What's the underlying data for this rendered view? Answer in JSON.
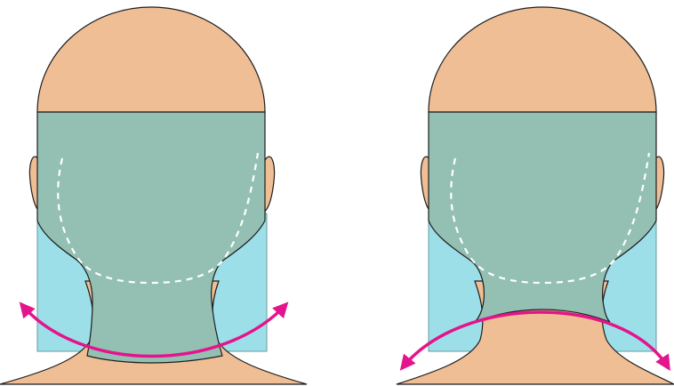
{
  "figure": {
    "panels": [
      {
        "id": "left",
        "arc_direction": "up",
        "cape_extent": "narrow"
      },
      {
        "id": "right",
        "arc_direction": "down",
        "cape_extent": "wide"
      }
    ]
  },
  "colors": {
    "skin": "#f0be94",
    "outline": "#1e1e1e",
    "cap": "#93c0b3",
    "cape": "#9ddfe9",
    "dashed_line": "#ffffff",
    "arrow": "#e4148c",
    "background": "#ffffff"
  },
  "icons": {
    "head": "head-back-view-icon",
    "arrow": "double-headed-curved-arrow-icon"
  }
}
